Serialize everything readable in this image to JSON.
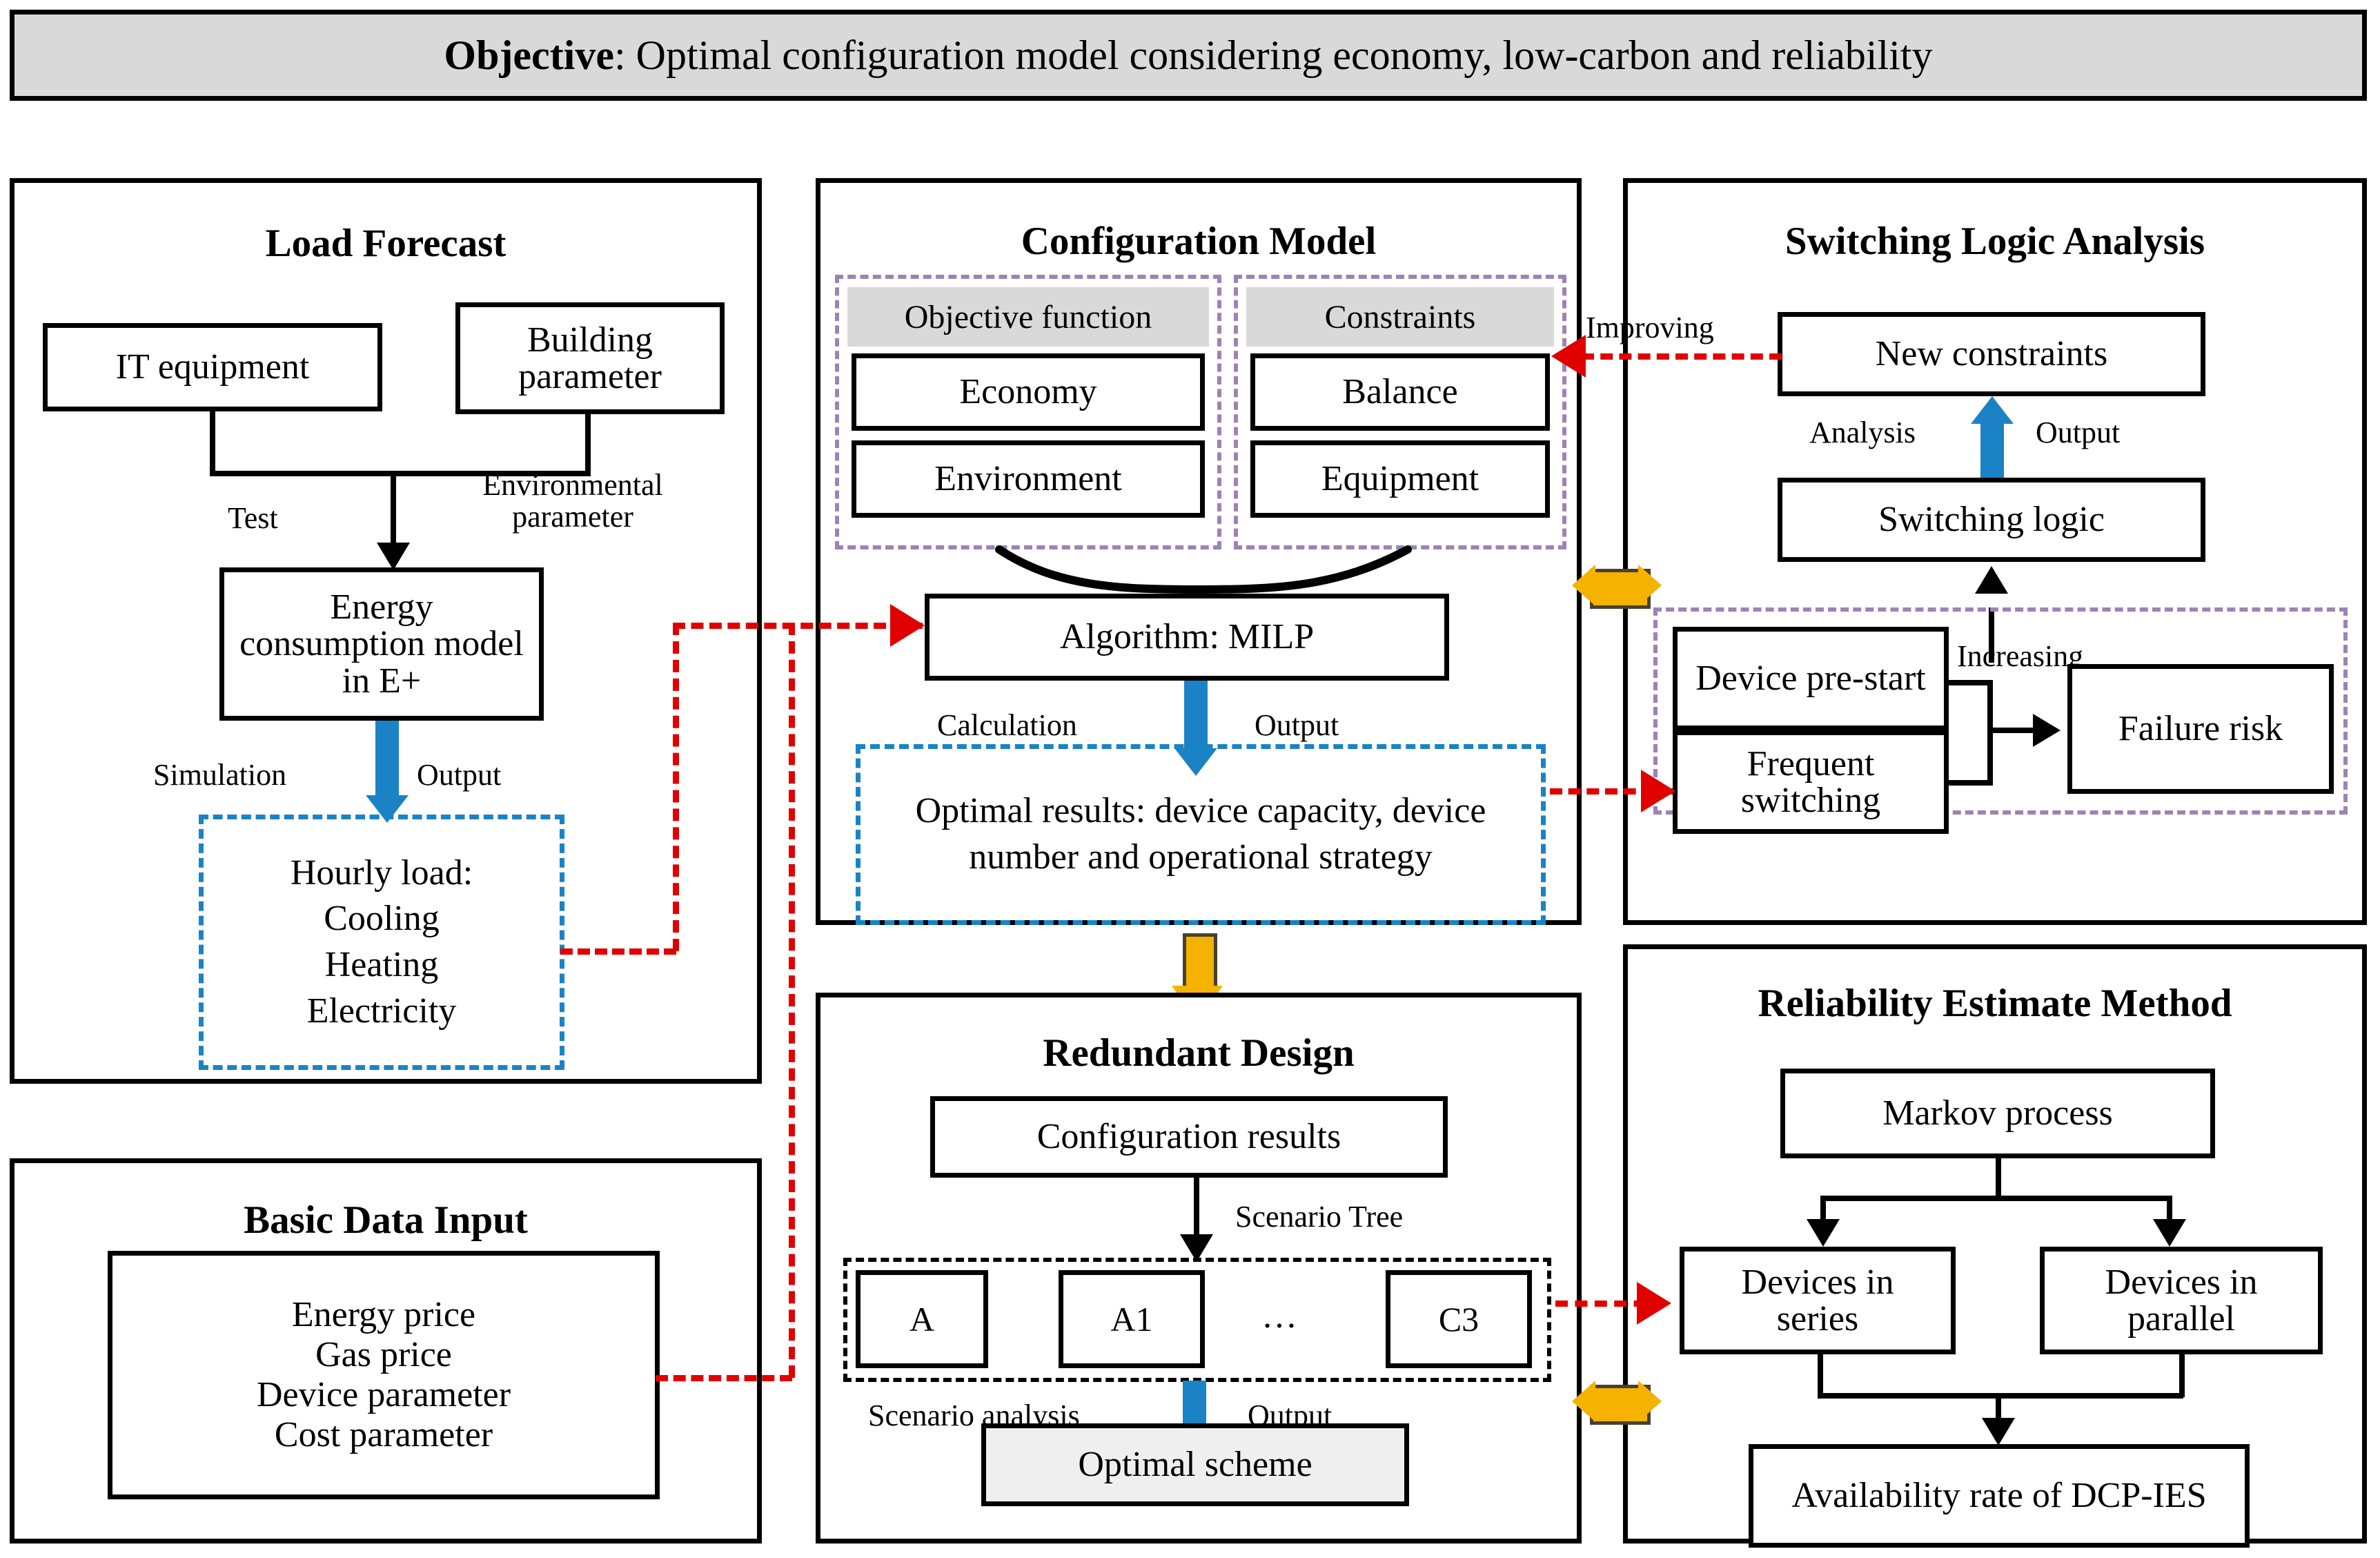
{
  "banner": {
    "label_bold": "Objective",
    "label_rest": ": Optimal configuration model considering economy, low-carbon and reliability"
  },
  "colors": {
    "banner_bg": "#d9d9d9",
    "red_dashed": "#e00000",
    "blue_dashed": "#1b83c5",
    "purple_dashed": "#9b84b5",
    "gold_arrow": "#f5b200",
    "gray_fill": "#d9d9d9"
  },
  "panels": {
    "load_forecast": {
      "title": "Load Forecast",
      "it_equipment": "IT equipment",
      "building_parameter": "Building parameter",
      "label_test": "Test",
      "label_environmental_parameter": "Environmental parameter",
      "energy_model": "Energy consumption model in E+",
      "label_simulation": "Simulation",
      "label_output": "Output",
      "hourly_load_title": "Hourly load:",
      "hourly_load_items": [
        "Cooling",
        "Heating",
        "Electricity"
      ]
    },
    "basic_data_input": {
      "title": "Basic Data Input",
      "items": [
        "Energy price",
        "Gas price",
        "Device parameter",
        "Cost parameter"
      ]
    },
    "configuration_model": {
      "title": "Configuration Model",
      "objective_function_head": "Objective function",
      "objective_function_items": [
        "Economy",
        "Environment"
      ],
      "constraints_head": "Constraints",
      "constraints_items": [
        "Balance",
        "Equipment"
      ],
      "algorithm": "Algorithm: MILP",
      "label_calculation": "Calculation",
      "label_output": "Output",
      "optimal_results": "Optimal results: device capacity, device number and operational strategy"
    },
    "redundant_design": {
      "title": "Redundant Design",
      "configuration_results": "Configuration results",
      "label_scenario_tree": "Scenario Tree",
      "scenarios": [
        "A",
        "A1",
        "…",
        "C3"
      ],
      "label_scenario_analysis": "Scenario analysis",
      "label_output": "Output",
      "optimal_scheme": "Optimal scheme"
    },
    "switching_logic": {
      "title": "Switching Logic Analysis",
      "label_improving": "Improving",
      "new_constraints": "New constraints",
      "label_analysis": "Analysis",
      "label_output": "Output",
      "switching_logic": "Switching logic",
      "device_pre_start": "Device pre-start",
      "frequent_switching": "Frequent switching",
      "label_increasing": "Increasing",
      "failure_risk": "Failure risk"
    },
    "reliability": {
      "title": "Reliability Estimate Method",
      "markov_process": "Markov process",
      "devices_in_series": "Devices in series",
      "devices_in_parallel": "Devices in parallel",
      "availability_rate": "Availability  rate of DCP-IES"
    }
  }
}
